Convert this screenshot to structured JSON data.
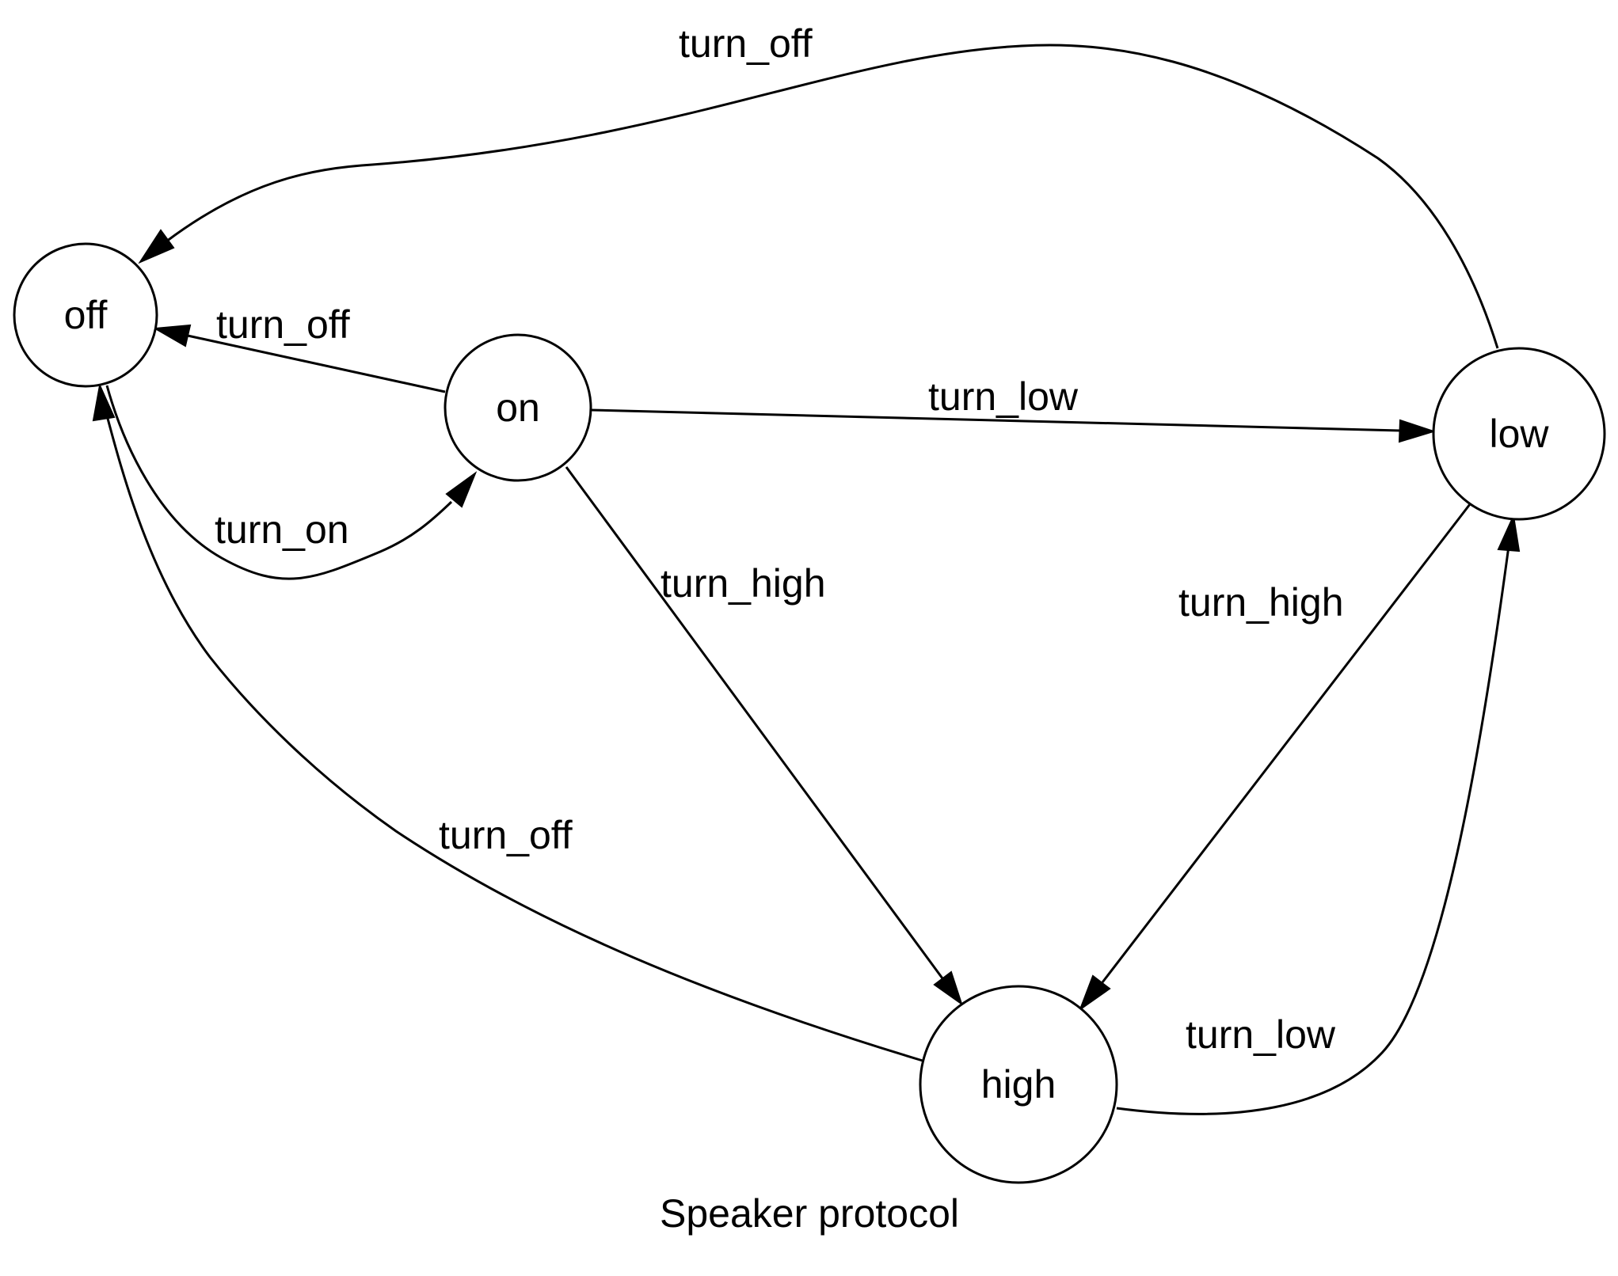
{
  "caption": "Speaker protocol",
  "nodes": {
    "off": "off",
    "on": "on",
    "low": "low",
    "high": "high"
  },
  "edges": {
    "on_to_off": "turn_off",
    "off_to_on": "turn_on",
    "on_to_low": "turn_low",
    "on_to_high": "turn_high",
    "low_to_off": "turn_off",
    "low_to_high": "turn_high",
    "high_to_off": "turn_off",
    "high_to_low": "turn_low"
  }
}
